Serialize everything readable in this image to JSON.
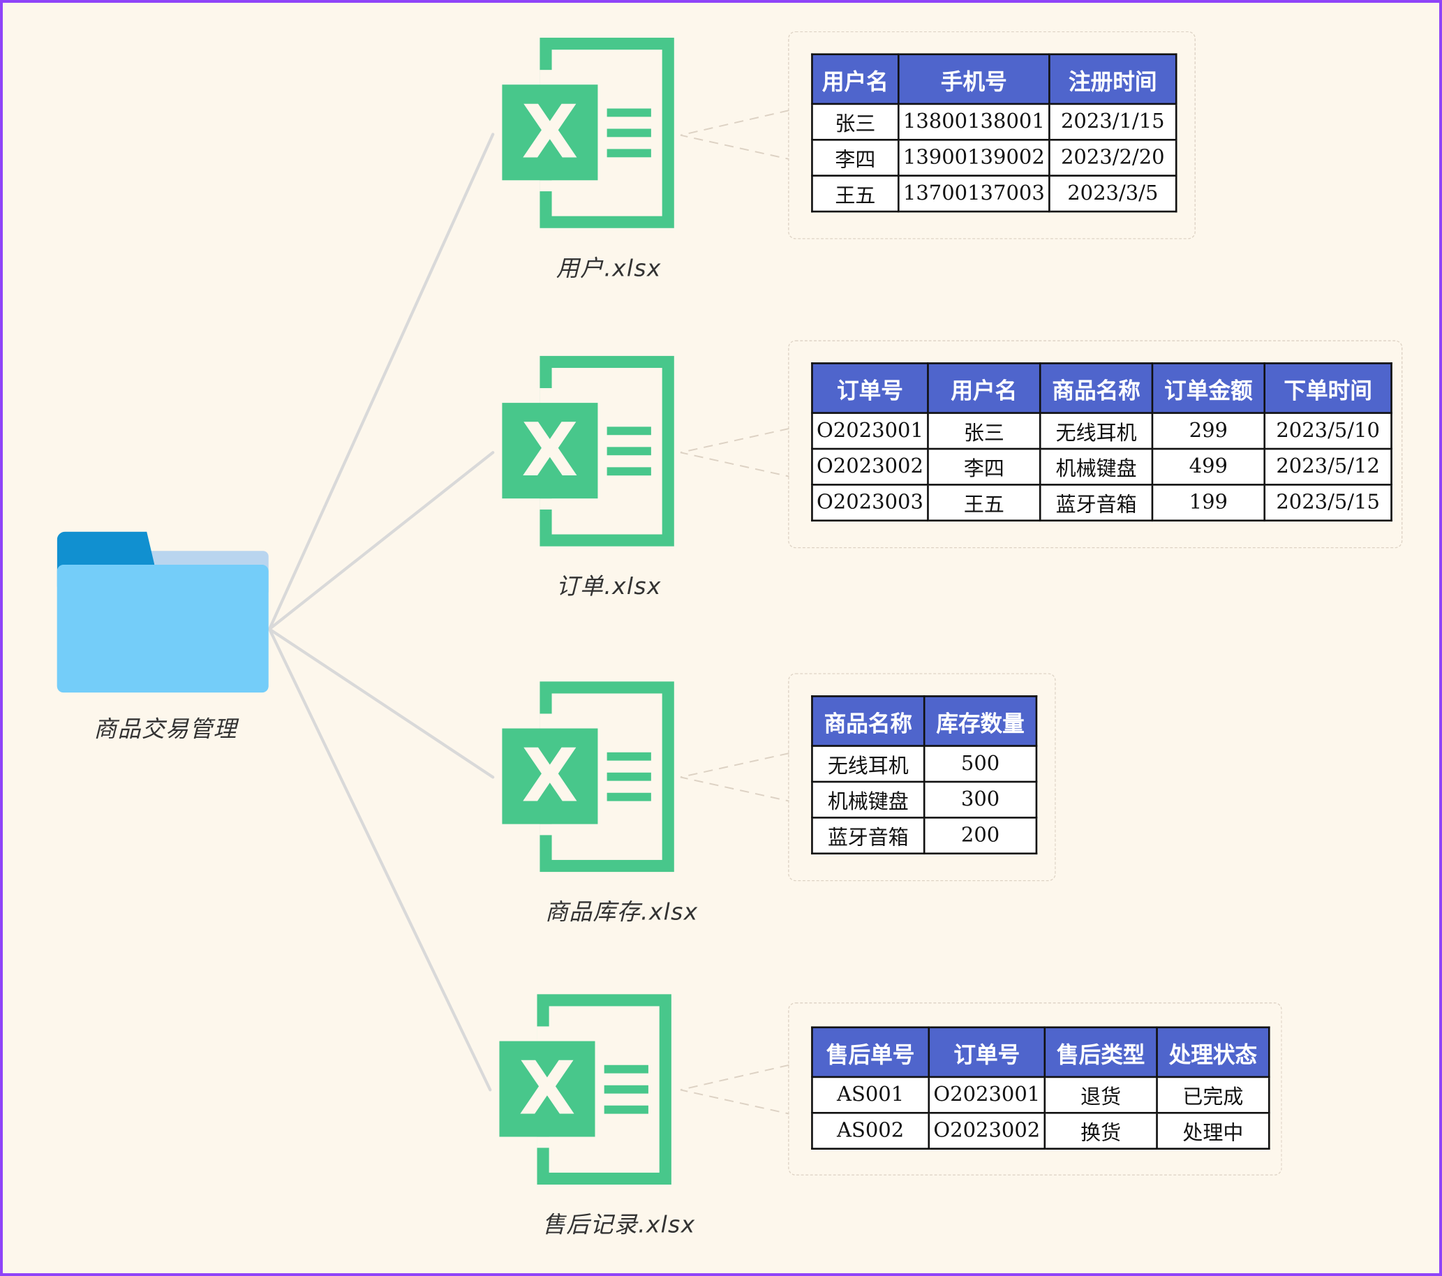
{
  "colors": {
    "page_border": "#8f44f8",
    "background": "#fdf7ec",
    "excel_green": "#48c78b",
    "table_header": "#4f65cc",
    "folder_front": "#74cdf9",
    "folder_tab": "#1190d0",
    "link_line": "#d9d9d9"
  },
  "root": {
    "icon": "folder-icon",
    "label": "商品交易管理"
  },
  "files": [
    {
      "icon": "excel-file-icon",
      "icon_letter": "X",
      "label": "用户.xlsx",
      "table": {
        "columns": [
          "用户名",
          "手机号",
          "注册时间"
        ],
        "rows": [
          [
            "张三",
            "13800138001",
            "2023/1/15"
          ],
          [
            "李四",
            "13900139002",
            "2023/2/20"
          ],
          [
            "王五",
            "13700137003",
            "2023/3/5"
          ]
        ]
      }
    },
    {
      "icon": "excel-file-icon",
      "icon_letter": "X",
      "label": "订单.xlsx",
      "table": {
        "columns": [
          "订单号",
          "用户名",
          "商品名称",
          "订单金额",
          "下单时间"
        ],
        "rows": [
          [
            "O2023001",
            "张三",
            "无线耳机",
            "299",
            "2023/5/10"
          ],
          [
            "O2023002",
            "李四",
            "机械键盘",
            "499",
            "2023/5/12"
          ],
          [
            "O2023003",
            "王五",
            "蓝牙音箱",
            "199",
            "2023/5/15"
          ]
        ]
      }
    },
    {
      "icon": "excel-file-icon",
      "icon_letter": "X",
      "label": "商品库存.xlsx",
      "table": {
        "columns": [
          "商品名称",
          "库存数量"
        ],
        "rows": [
          [
            "无线耳机",
            "500"
          ],
          [
            "机械键盘",
            "300"
          ],
          [
            "蓝牙音箱",
            "200"
          ]
        ]
      }
    },
    {
      "icon": "excel-file-icon",
      "icon_letter": "X",
      "label": "售后记录.xlsx",
      "table": {
        "columns": [
          "售后单号",
          "订单号",
          "售后类型",
          "处理状态"
        ],
        "rows": [
          [
            "AS001",
            "O2023001",
            "退货",
            "已完成"
          ],
          [
            "AS002",
            "O2023002",
            "换货",
            "处理中"
          ]
        ]
      }
    }
  ]
}
